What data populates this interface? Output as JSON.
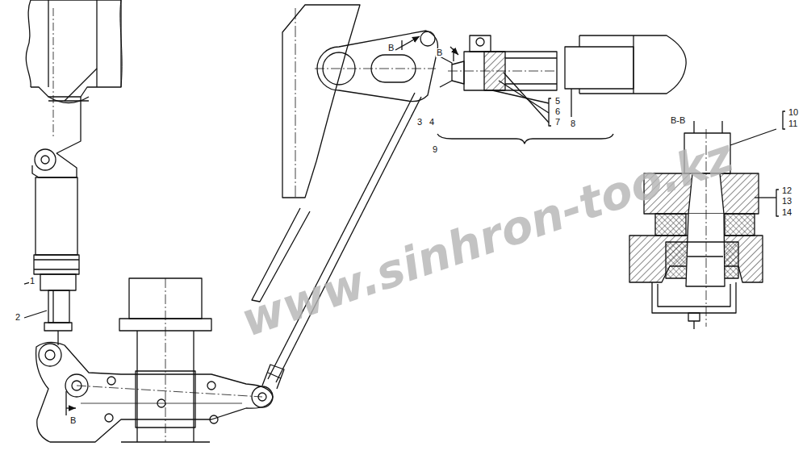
{
  "diagram": {
    "labels": [
      "1",
      "2",
      "3",
      "4",
      "5",
      "6",
      "7",
      "8",
      "9",
      "10",
      "11",
      "12",
      "13",
      "14",
      "В",
      "В",
      "В-В",
      "В",
      "www.sinhron-too.kz"
    ]
  }
}
